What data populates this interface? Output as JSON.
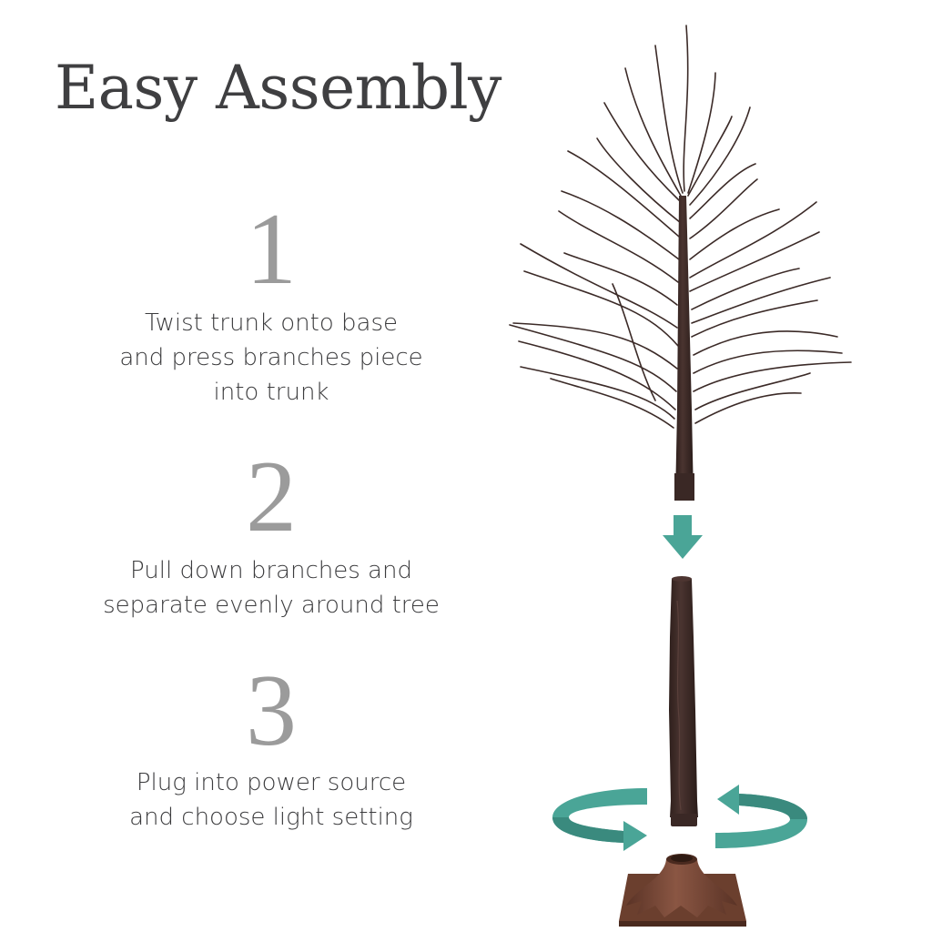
{
  "title": "Easy Assembly",
  "steps": [
    {
      "number": "1",
      "lines": [
        "Twist trunk onto base",
        "and press branches piece",
        "into trunk"
      ]
    },
    {
      "number": "2",
      "lines": [
        "Pull down branches and",
        "separate evenly around tree"
      ]
    },
    {
      "number": "3",
      "lines": [
        "Plug into power source",
        "and choose light setting"
      ]
    }
  ],
  "illustration": {
    "parts": [
      "upper-tree-with-branches",
      "lower-trunk",
      "tree-stand-base"
    ],
    "icons": [
      "down-arrow-icon",
      "rotate-right-arrow-icon",
      "rotate-left-arrow-icon"
    ],
    "colors": {
      "accent": "#4aa597",
      "accent_dark": "#3a8a7e",
      "trunk": "#3e2a26",
      "base": "#6b3f2e",
      "title_text": "#3f3f41",
      "number_text": "#9b9b9b",
      "body_text": "#3c3c3e"
    }
  }
}
